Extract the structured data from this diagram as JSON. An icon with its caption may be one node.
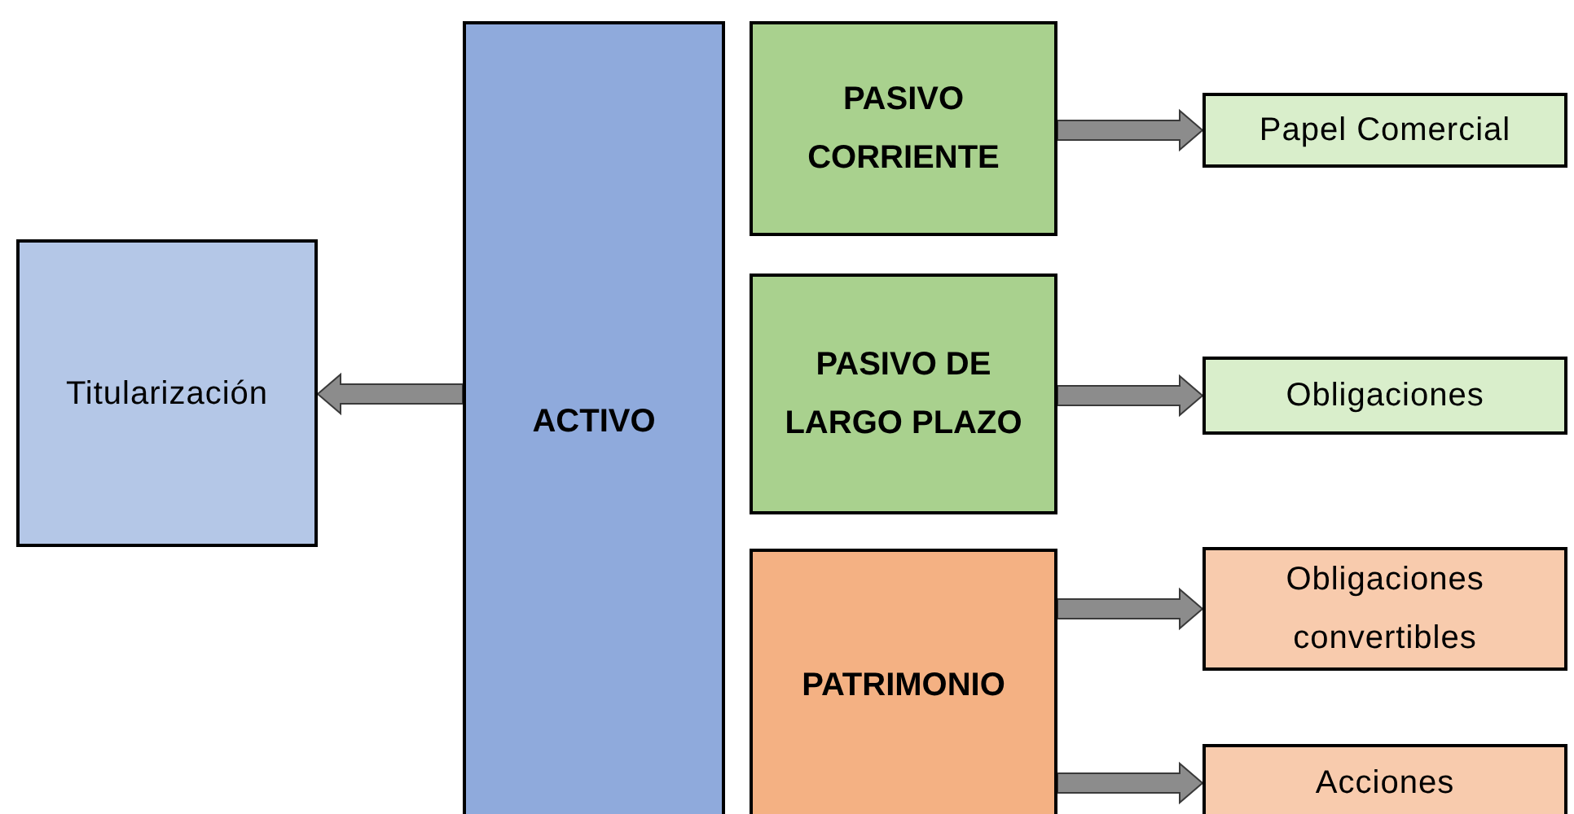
{
  "diagram": {
    "nodes": [
      {
        "text": [
          "Titularización"
        ]
      },
      {
        "text": [
          "ACTIVO"
        ]
      },
      {
        "text": [
          "PASIVO CORRIENTE"
        ]
      },
      {
        "text": [
          "PASIVO DE LARGO PLAZO"
        ]
      },
      {
        "text": [
          "PATRIMONIO"
        ]
      },
      {
        "text": [
          "Papel Comercial"
        ]
      },
      {
        "text": [
          "Obligaciones"
        ]
      },
      {
        "text": [
          "Obligaciones convertibles"
        ]
      },
      {
        "text": [
          "Acciones"
        ]
      }
    ],
    "edges": [
      {
        "from": 1,
        "to": 0,
        "arrow": "to"
      },
      {
        "from": 2,
        "to": 5,
        "arrow": "to"
      },
      {
        "from": 3,
        "to": 6,
        "arrow": "to"
      },
      {
        "from": 4,
        "to": 7,
        "arrow": "to"
      },
      {
        "from": 4,
        "to": 8,
        "arrow": "to"
      }
    ]
  }
}
